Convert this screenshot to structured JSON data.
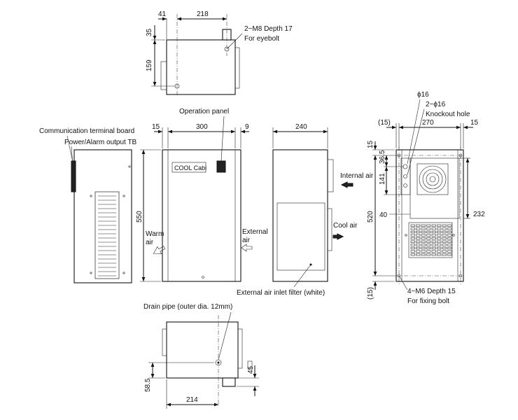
{
  "top_view": {
    "dims": {
      "offset_left": "41",
      "width": "218",
      "top_margin": "35",
      "depth": "159"
    },
    "notes": {
      "eyebolt_line1": "2−M8 Depth 17",
      "eyebolt_line2": "For eyebolt"
    }
  },
  "side_view": {
    "labels": {
      "communication_tb": "Communication terminal board",
      "power_alarm_tb": "Power/Alarm output TB"
    }
  },
  "front_view": {
    "labels": {
      "operation_panel": "Operation panel",
      "warm_air_1": "Warm",
      "warm_air_2": "air",
      "external_air_1": "External",
      "external_air_2": "air",
      "brand": "COOL Cabi"
    },
    "dims": {
      "left_margin": "15",
      "width": "300",
      "right_margin": "9",
      "height": "550"
    }
  },
  "rear_view": {
    "labels": {
      "internal_air": "Internal air",
      "cool_air": "Cool air",
      "filter": "External air inlet filter (white)"
    },
    "dims": {
      "width": "240"
    }
  },
  "cutout_view": {
    "notes": {
      "phi16": "ϕ16",
      "phi16_2": "2−ϕ16",
      "knockout": "Knockout hole",
      "fixing_line1": "4−M6 Depth 15",
      "fixing_line2": "For fixing bolt"
    },
    "dims": {
      "top_left_margin": "(15)",
      "width": "270",
      "top_right_margin": "15",
      "top_15": "15",
      "d36_5": "36.5",
      "d141": "141",
      "d40": "40",
      "d232": "232",
      "d520": "520",
      "bottom_15": "(15)"
    }
  },
  "bottom_view": {
    "labels": {
      "drain_pipe": "Drain pipe (outer dia. 12mm)"
    },
    "dims": {
      "d45": "45",
      "d58_5": "58.5",
      "width": "214"
    }
  }
}
